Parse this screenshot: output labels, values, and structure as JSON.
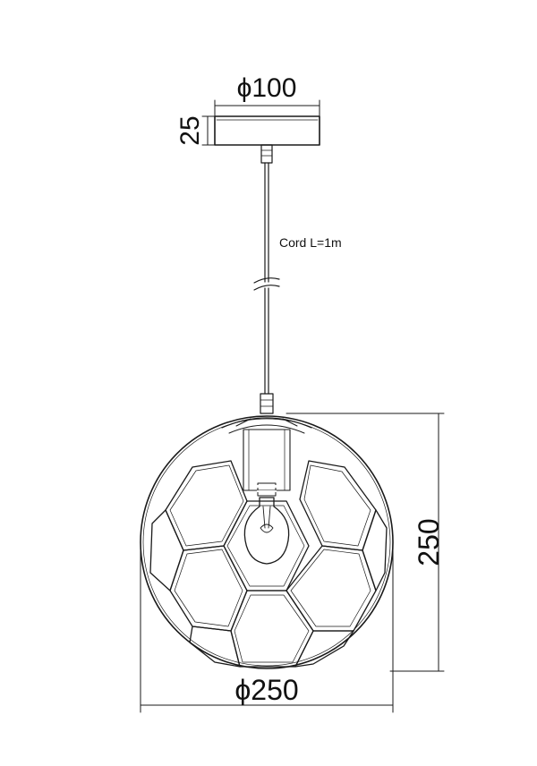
{
  "dimensions": {
    "canopy_diameter": "100",
    "canopy_height": "25",
    "shade_height": "250",
    "shade_diameter": "250",
    "diameter_symbol": "ϕ"
  },
  "notes": {
    "cord": "Cord L=1m"
  }
}
